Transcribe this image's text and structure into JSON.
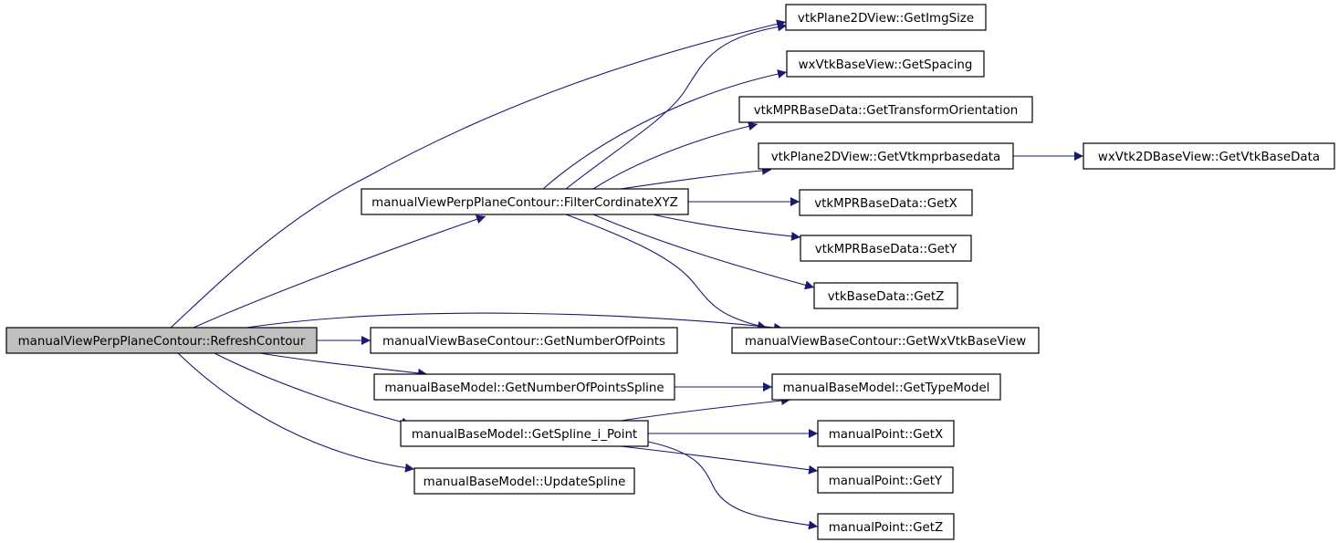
{
  "colors": {
    "edge": "#191970",
    "root_fill": "#bfbfbf",
    "node_fill": "#ffffff",
    "border": "#000000"
  },
  "nodes": [
    {
      "id": "refresh",
      "label": "manualViewPerpPlaneContour::RefreshContour",
      "root": true
    },
    {
      "id": "filter",
      "label": "manualViewPerpPlaneContour::FilterCordinateXYZ"
    },
    {
      "id": "imgsize",
      "label": "vtkPlane2DView::GetImgSize"
    },
    {
      "id": "spacing",
      "label": "wxVtkBaseView::GetSpacing"
    },
    {
      "id": "transform",
      "label": "vtkMPRBaseData::GetTransformOrientation"
    },
    {
      "id": "vtkmpr",
      "label": "vtkPlane2DView::GetVtkmprbasedata"
    },
    {
      "id": "vtkbase",
      "label": "wxVtk2DBaseView::GetVtkBaseData"
    },
    {
      "id": "mprx",
      "label": "vtkMPRBaseData::GetX"
    },
    {
      "id": "mpry",
      "label": "vtkMPRBaseData::GetY"
    },
    {
      "id": "basez",
      "label": "vtkBaseData::GetZ"
    },
    {
      "id": "numpoints",
      "label": "manualViewBaseContour::GetNumberOfPoints"
    },
    {
      "id": "wxvtk",
      "label": "manualViewBaseContour::GetWxVtkBaseView"
    },
    {
      "id": "numspline",
      "label": "manualBaseModel::GetNumberOfPointsSpline"
    },
    {
      "id": "typemodel",
      "label": "manualBaseModel::GetTypeModel"
    },
    {
      "id": "splinept",
      "label": "manualBaseModel::GetSpline_i_Point"
    },
    {
      "id": "ptx",
      "label": "manualPoint::GetX"
    },
    {
      "id": "pty",
      "label": "manualPoint::GetY"
    },
    {
      "id": "ptz",
      "label": "manualPoint::GetZ"
    },
    {
      "id": "update",
      "label": "manualBaseModel::UpdateSpline"
    }
  ],
  "edges": [
    {
      "from": "refresh",
      "to": "filter"
    },
    {
      "from": "refresh",
      "to": "imgsize"
    },
    {
      "from": "refresh",
      "to": "wxvtk"
    },
    {
      "from": "refresh",
      "to": "numpoints"
    },
    {
      "from": "refresh",
      "to": "numspline"
    },
    {
      "from": "refresh",
      "to": "splinept"
    },
    {
      "from": "refresh",
      "to": "update"
    },
    {
      "from": "filter",
      "to": "imgsize"
    },
    {
      "from": "filter",
      "to": "spacing"
    },
    {
      "from": "filter",
      "to": "transform"
    },
    {
      "from": "filter",
      "to": "vtkmpr"
    },
    {
      "from": "filter",
      "to": "mprx"
    },
    {
      "from": "filter",
      "to": "mpry"
    },
    {
      "from": "filter",
      "to": "basez"
    },
    {
      "from": "filter",
      "to": "wxvtk"
    },
    {
      "from": "vtkmpr",
      "to": "vtkbase"
    },
    {
      "from": "numspline",
      "to": "typemodel"
    },
    {
      "from": "splinept",
      "to": "typemodel"
    },
    {
      "from": "splinept",
      "to": "ptx"
    },
    {
      "from": "splinept",
      "to": "pty"
    },
    {
      "from": "splinept",
      "to": "ptz"
    }
  ]
}
